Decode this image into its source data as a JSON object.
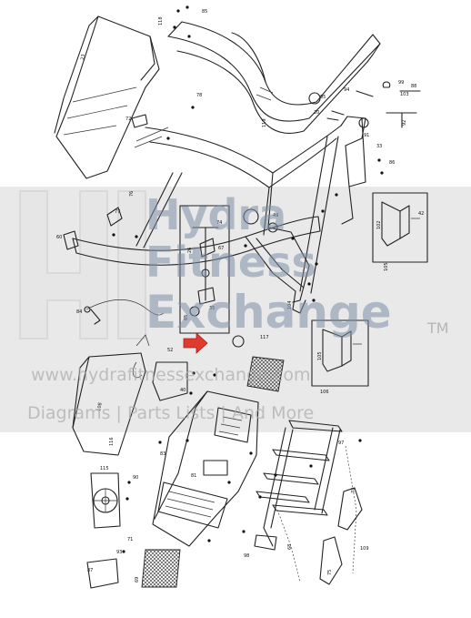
{
  "watermark": {
    "brand_line1": "Hydra",
    "brand_line2": "Fitness",
    "brand_line3": "Exchange",
    "trademark": "TM",
    "website": "www.hydrafitnessexchange.com",
    "tagline": "Diagrams | Parts Lists | And More",
    "band_color": "#e8e8e8",
    "brand_color": "#7d8fa8"
  },
  "callouts": {
    "arrow_color": "#e03a2e"
  },
  "labels": {
    "l118": "118",
    "l85": "85",
    "l23": "23",
    "l119": "119",
    "l95": "95",
    "l94": "94",
    "l78": "78",
    "l72": "72",
    "l20": "20",
    "l99": "99",
    "l88": "88",
    "l103": "103",
    "l77": "77",
    "l60": "60",
    "l91": "91",
    "l33": "33",
    "l86": "86",
    "l92": "92",
    "l76": "76",
    "l74": "74",
    "l26": "26",
    "l67": "67",
    "l49": "49",
    "l104": "104",
    "l102": "102",
    "l105": "105",
    "l84": "84",
    "l65": "65",
    "l35": "35",
    "l105b": "105",
    "l117": "117",
    "l106": "106",
    "l108": "108",
    "l115": "115",
    "l87": "87",
    "l116": "116",
    "l93": "93",
    "l71": "71",
    "l68": "68",
    "l73": "73",
    "l83": "83",
    "l97": "97",
    "l69": "69",
    "l75": "75",
    "l81": "81",
    "l90": "90",
    "l52": "52",
    "l40": "40",
    "l98": "98",
    "l42": "42",
    "l109": "109"
  }
}
